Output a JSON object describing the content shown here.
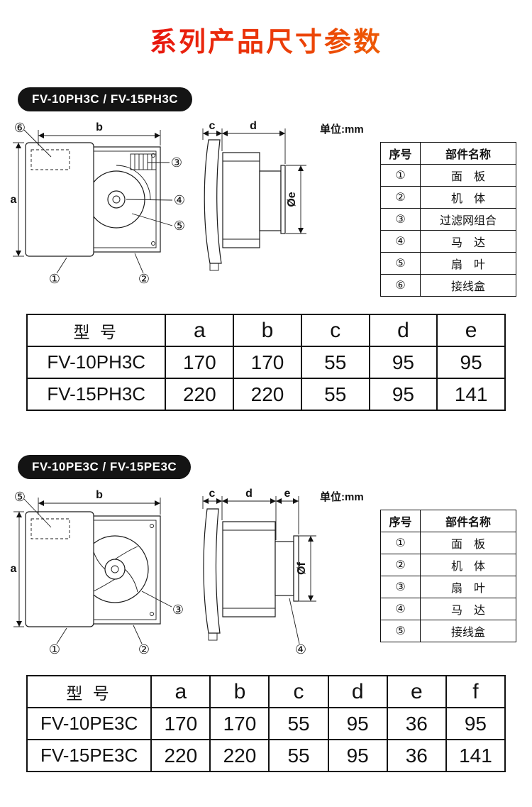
{
  "title": "系列产品尺寸参数",
  "section1": {
    "badge": "FV-10PH3C / FV-15PH3C",
    "unit_label": "单位:mm",
    "diagram": {
      "front_dim_width": "b",
      "front_dim_height": "a",
      "side_dim_c": "c",
      "side_dim_d": "d",
      "side_dim_dia": "Øe",
      "callout_panel": "①",
      "callout_body": "②",
      "callout_filter": "③",
      "callout_motor": "④",
      "callout_blade": "⑤",
      "callout_junction": "⑥"
    },
    "parts_table": {
      "headers": [
        "序号",
        "部件名称"
      ],
      "rows": [
        [
          "①",
          "面　板"
        ],
        [
          "②",
          "机　体"
        ],
        [
          "③",
          "过滤网组合"
        ],
        [
          "④",
          "马　达"
        ],
        [
          "⑤",
          "扇　叶"
        ],
        [
          "⑥",
          "接线盒"
        ]
      ]
    },
    "dim_table": {
      "headers": [
        "型 号",
        "a",
        "b",
        "c",
        "d",
        "e"
      ],
      "rows": [
        [
          "FV-10PH3C",
          "170",
          "170",
          "55",
          "95",
          "95"
        ],
        [
          "FV-15PH3C",
          "220",
          "220",
          "55",
          "95",
          "141"
        ]
      ]
    }
  },
  "section2": {
    "badge": "FV-10PE3C / FV-15PE3C",
    "unit_label": "单位:mm",
    "diagram": {
      "front_dim_width": "b",
      "front_dim_height": "a",
      "side_dim_c": "c",
      "side_dim_d": "d",
      "side_dim_e": "e",
      "side_dim_dia": "Øf",
      "callout_panel": "①",
      "callout_body": "②",
      "callout_blade": "③",
      "callout_motor": "④",
      "callout_junction": "⑤"
    },
    "parts_table": {
      "headers": [
        "序号",
        "部件名称"
      ],
      "rows": [
        [
          "①",
          "面　板"
        ],
        [
          "②",
          "机　体"
        ],
        [
          "③",
          "扇　叶"
        ],
        [
          "④",
          "马　达"
        ],
        [
          "⑤",
          "接线盒"
        ]
      ]
    },
    "dim_table": {
      "headers": [
        "型 号",
        "a",
        "b",
        "c",
        "d",
        "e",
        "f"
      ],
      "rows": [
        [
          "FV-10PE3C",
          "170",
          "170",
          "55",
          "95",
          "36",
          "95"
        ],
        [
          "FV-15PE3C",
          "220",
          "220",
          "55",
          "95",
          "36",
          "141"
        ]
      ]
    }
  }
}
